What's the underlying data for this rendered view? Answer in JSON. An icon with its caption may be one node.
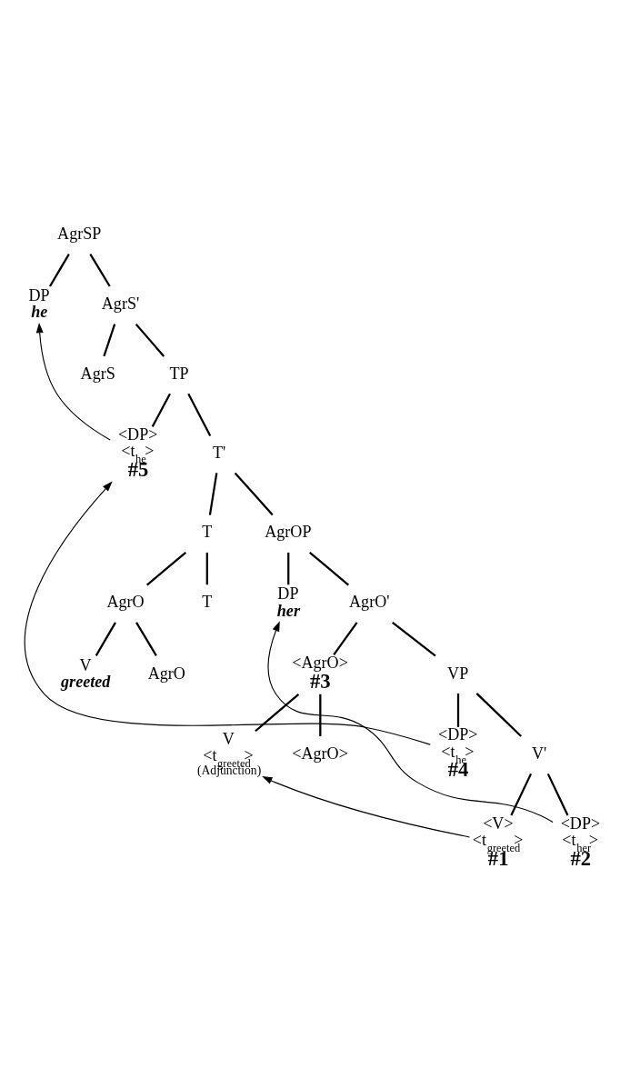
{
  "diagram": {
    "nodes": [
      {
        "text": [
          "AgrSP"
        ]
      },
      {
        "text": [
          "DP",
          "he"
        ]
      },
      {
        "text": [
          "AgrS'"
        ]
      },
      {
        "text": [
          "AgrS"
        ]
      },
      {
        "text": [
          "TP"
        ]
      },
      {
        "text": [
          "<DP>",
          "<t$_{he}$>",
          "#5"
        ]
      },
      {
        "text": [
          "T'"
        ]
      },
      {
        "text": [
          "T"
        ]
      },
      {
        "text": [
          "AgrOP"
        ]
      },
      {
        "text": [
          "AgrO"
        ]
      },
      {
        "text": [
          "T"
        ]
      },
      {
        "text": [
          "DP",
          "her"
        ]
      },
      {
        "text": [
          "AgrO'"
        ]
      },
      {
        "text": [
          "V",
          "greeted"
        ]
      },
      {
        "text": [
          "AgrO"
        ]
      },
      {
        "text": [
          "<AgrO>",
          "#3"
        ]
      },
      {
        "text": [
          "VP"
        ]
      },
      {
        "text": [
          "V",
          "<t$_{greeted}$>",
          "(Adjunction)"
        ]
      },
      {
        "text": [
          "<AgrO>"
        ]
      },
      {
        "text": [
          "<DP>",
          "<t$_{he}$>",
          "#4"
        ]
      },
      {
        "text": [
          "V'"
        ]
      },
      {
        "text": [
          "<V>",
          "<t$_{greeted}$>",
          "#1"
        ]
      },
      {
        "text": [
          "<DP>",
          "<t$_{her}$>",
          "#2"
        ]
      }
    ],
    "edges": [
      {
        "from": 0,
        "to": 1,
        "arrow": "none"
      },
      {
        "from": 0,
        "to": 2,
        "arrow": "none"
      },
      {
        "from": 2,
        "to": 3,
        "arrow": "none"
      },
      {
        "from": 2,
        "to": 4,
        "arrow": "none"
      },
      {
        "from": 4,
        "to": 5,
        "arrow": "none"
      },
      {
        "from": 4,
        "to": 6,
        "arrow": "none"
      },
      {
        "from": 6,
        "to": 7,
        "arrow": "none"
      },
      {
        "from": 6,
        "to": 8,
        "arrow": "none"
      },
      {
        "from": 7,
        "to": 9,
        "arrow": "none"
      },
      {
        "from": 7,
        "to": 10,
        "arrow": "none"
      },
      {
        "from": 8,
        "to": 11,
        "arrow": "none"
      },
      {
        "from": 8,
        "to": 12,
        "arrow": "none"
      },
      {
        "from": 9,
        "to": 13,
        "arrow": "none"
      },
      {
        "from": 9,
        "to": 14,
        "arrow": "none"
      },
      {
        "from": 12,
        "to": 15,
        "arrow": "none"
      },
      {
        "from": 12,
        "to": 16,
        "arrow": "none"
      },
      {
        "from": 15,
        "to": 17,
        "arrow": "none"
      },
      {
        "from": 15,
        "to": 18,
        "arrow": "none"
      },
      {
        "from": 16,
        "to": 19,
        "arrow": "none"
      },
      {
        "from": 16,
        "to": 20,
        "arrow": "none"
      },
      {
        "from": 20,
        "to": 21,
        "arrow": "none"
      },
      {
        "from": 20,
        "to": 22,
        "arrow": "none"
      },
      {
        "from": 5,
        "to": 1,
        "arrow": "to"
      },
      {
        "from": 19,
        "to": 5,
        "arrow": "to"
      },
      {
        "from": 21,
        "to": 17,
        "arrow": "to"
      },
      {
        "from": 22,
        "to": 11,
        "arrow": "to"
      }
    ]
  }
}
